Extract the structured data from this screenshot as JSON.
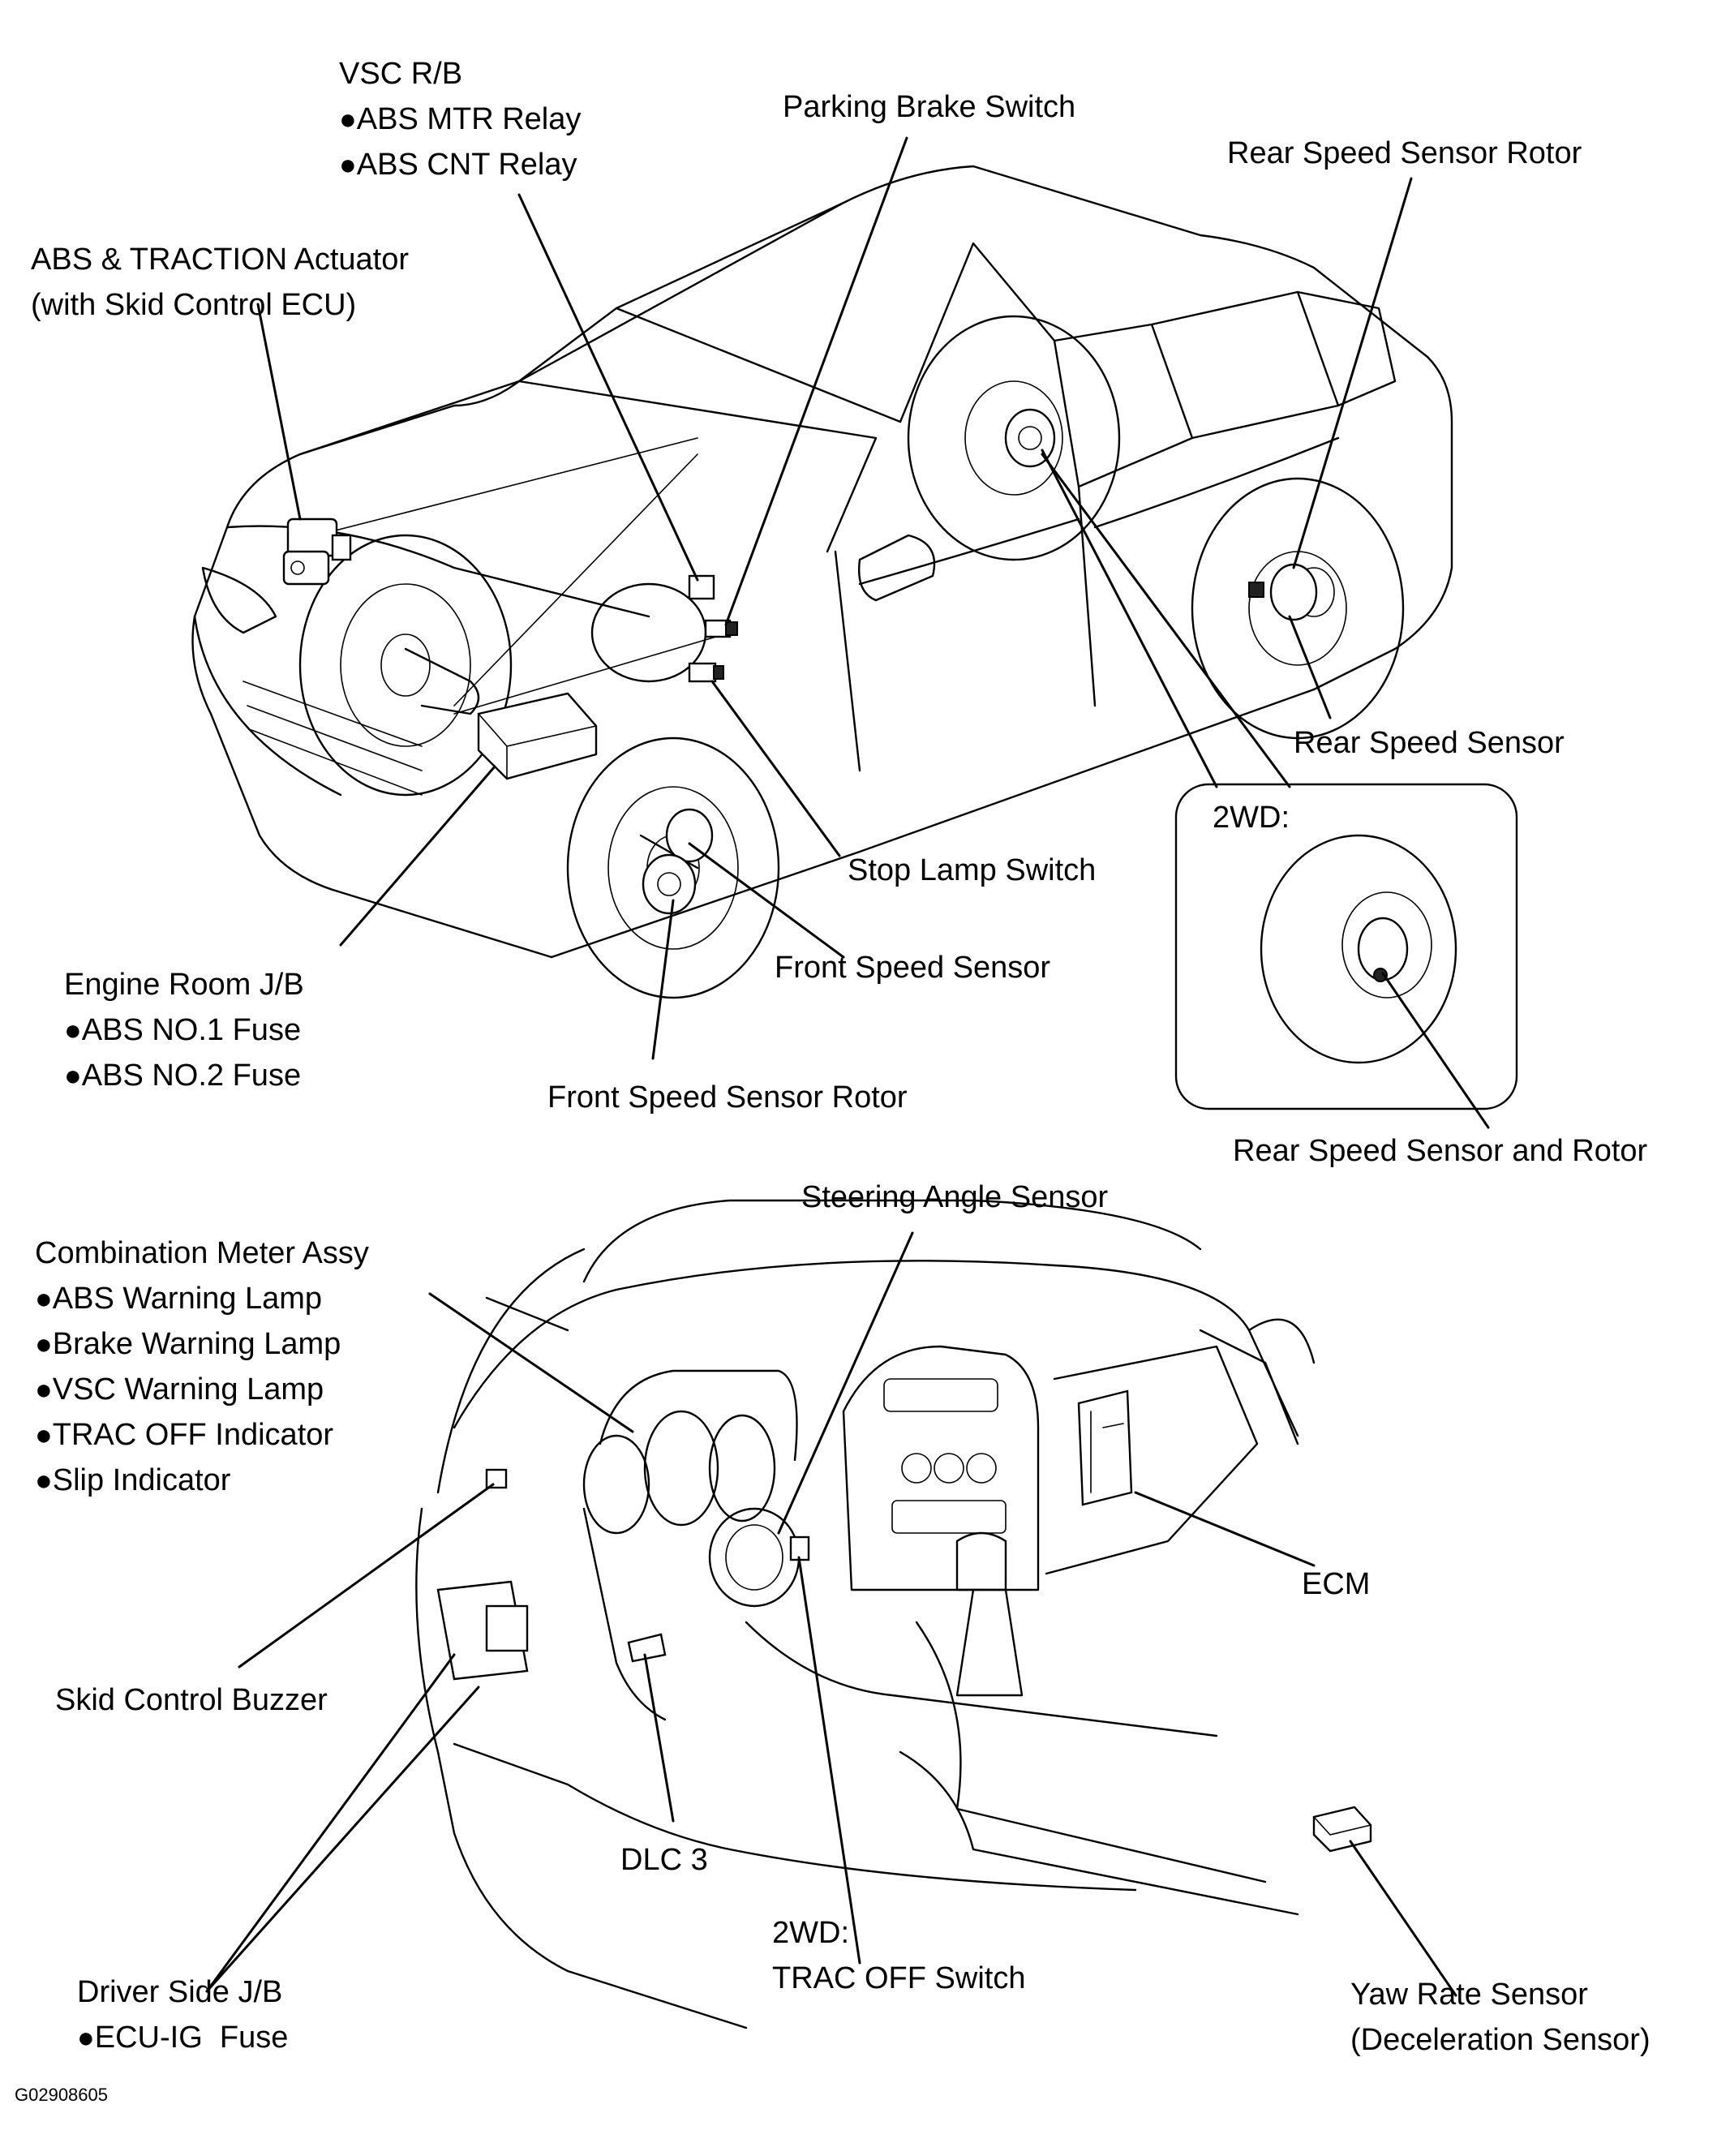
{
  "labels": {
    "vsc_rb": "VSC R/B",
    "abs_mtr_relay": "ABS MTR Relay",
    "abs_cnt_relay": "ABS CNT Relay",
    "parking_brake_switch": "Parking Brake Switch",
    "rear_speed_sensor_rotor": "Rear Speed Sensor Rotor",
    "actuator_line1": "ABS & TRACTION Actuator",
    "actuator_line2": "(with Skid Control ECU)",
    "rear_speed_sensor": "Rear Speed Sensor",
    "inset_2wd": "2WD:",
    "stop_lamp_switch": "Stop Lamp Switch",
    "front_speed_sensor": "Front Speed Sensor",
    "engine_room_jb": "Engine Room J/B",
    "abs_no1_fuse": "ABS NO.1 Fuse",
    "abs_no2_fuse": "ABS NO.2 Fuse",
    "front_speed_sensor_rotor": "Front Speed Sensor Rotor",
    "rear_speed_sensor_and_rotor": "Rear Speed Sensor and Rotor",
    "steering_angle_sensor": "Steering Angle Sensor",
    "combination_meter_assy": "Combination Meter Assy",
    "abs_warning_lamp": "ABS Warning Lamp",
    "brake_warning_lamp": "Brake Warning Lamp",
    "vsc_warning_lamp": "VSC Warning Lamp",
    "trac_off_indicator": "TRAC OFF Indicator",
    "slip_indicator": "Slip Indicator",
    "ecm": "ECM",
    "skid_control_buzzer": "Skid Control Buzzer",
    "dlc3": "DLC 3",
    "trac_off_switch_line1": "2WD:",
    "trac_off_switch_line2": "TRAC OFF Switch",
    "driver_side_jb": "Driver Side J/B",
    "ecu_ig_fuse": "ECU-IG  Fuse",
    "yaw_rate_line1": "Yaw Rate Sensor",
    "yaw_rate_line2": "(Deceleration Sensor)"
  },
  "figure_code": "G02908605"
}
